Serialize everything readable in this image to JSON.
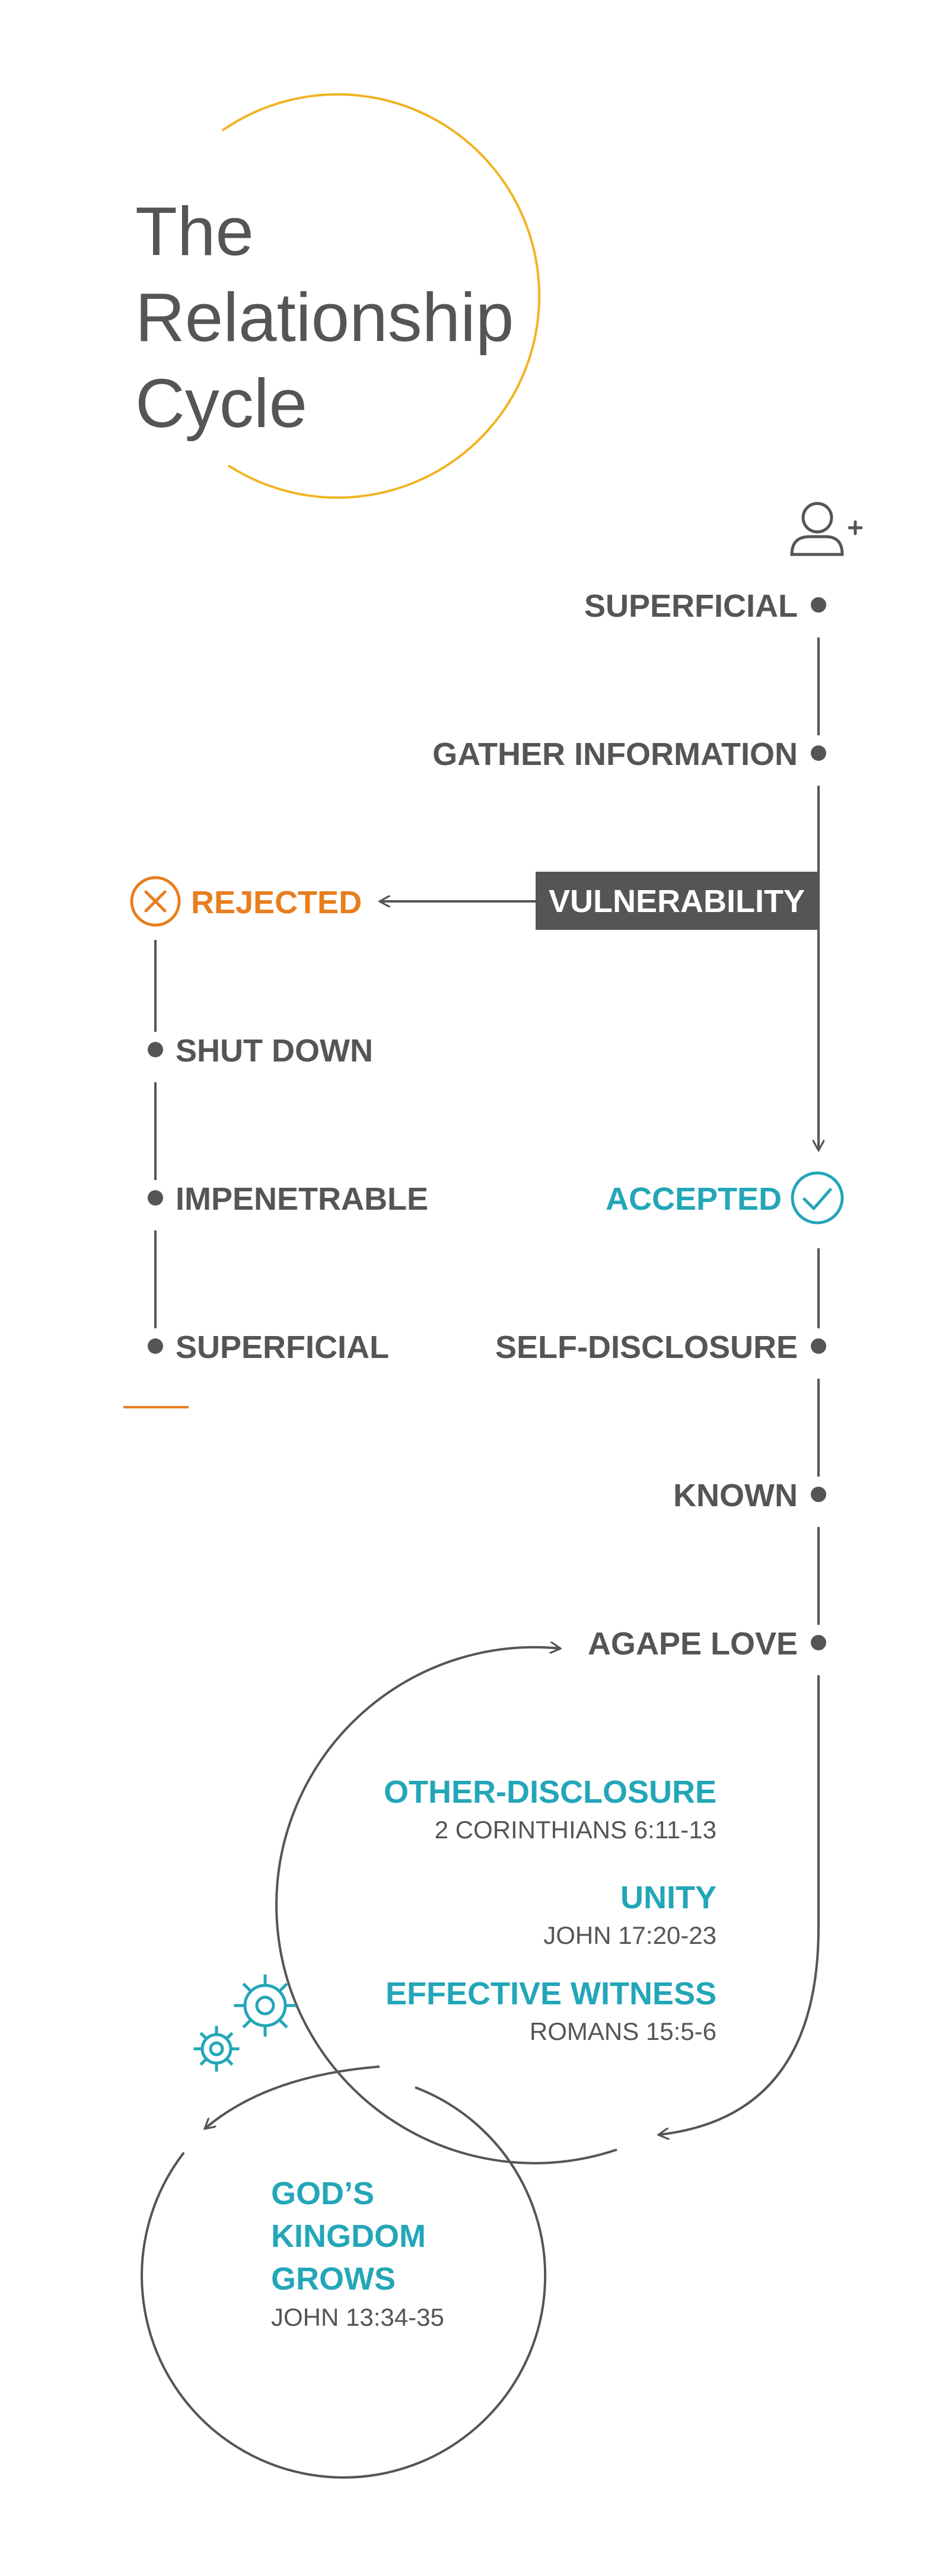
{
  "title": {
    "line1": "The",
    "line2": "Relationship",
    "line3": "Cycle"
  },
  "main_path": {
    "superficial": "SUPERFICIAL",
    "gather_information": "GATHER INFORMATION",
    "vulnerability": "VULNERABILITY",
    "accepted": "ACCEPTED",
    "self_disclosure": "SELF-DISCLOSURE",
    "known": "KNOWN",
    "agape_love": "AGAPE LOVE"
  },
  "rejected_path": {
    "rejected": "REJECTED",
    "shut_down": "SHUT DOWN",
    "impenetrable": "IMPENETRABLE",
    "superficial": "SUPERFICIAL"
  },
  "cycle": {
    "other_disclosure": "OTHER-DISCLOSURE",
    "other_disclosure_ref": "2 CORINTHIANS 6:11-13",
    "unity": "UNITY",
    "unity_ref": "JOHN 17:20-23",
    "effective_witness": "EFFECTIVE WITNESS",
    "effective_witness_ref": "ROMANS 15:5-6"
  },
  "kingdom": {
    "line1": "GOD’S",
    "line2": "KINGDOM",
    "line3": "GROWS",
    "ref": "JOHN 13:34-35"
  },
  "colors": {
    "text_gray": "#555555",
    "teal": "#23a6b8",
    "orange": "#e87e1e",
    "yellow_circle": "#f0b323"
  },
  "icons": {
    "add_person": "add-person-icon",
    "reject": "x-circle-icon",
    "accept": "check-circle-icon",
    "gears": "gears-icon"
  }
}
